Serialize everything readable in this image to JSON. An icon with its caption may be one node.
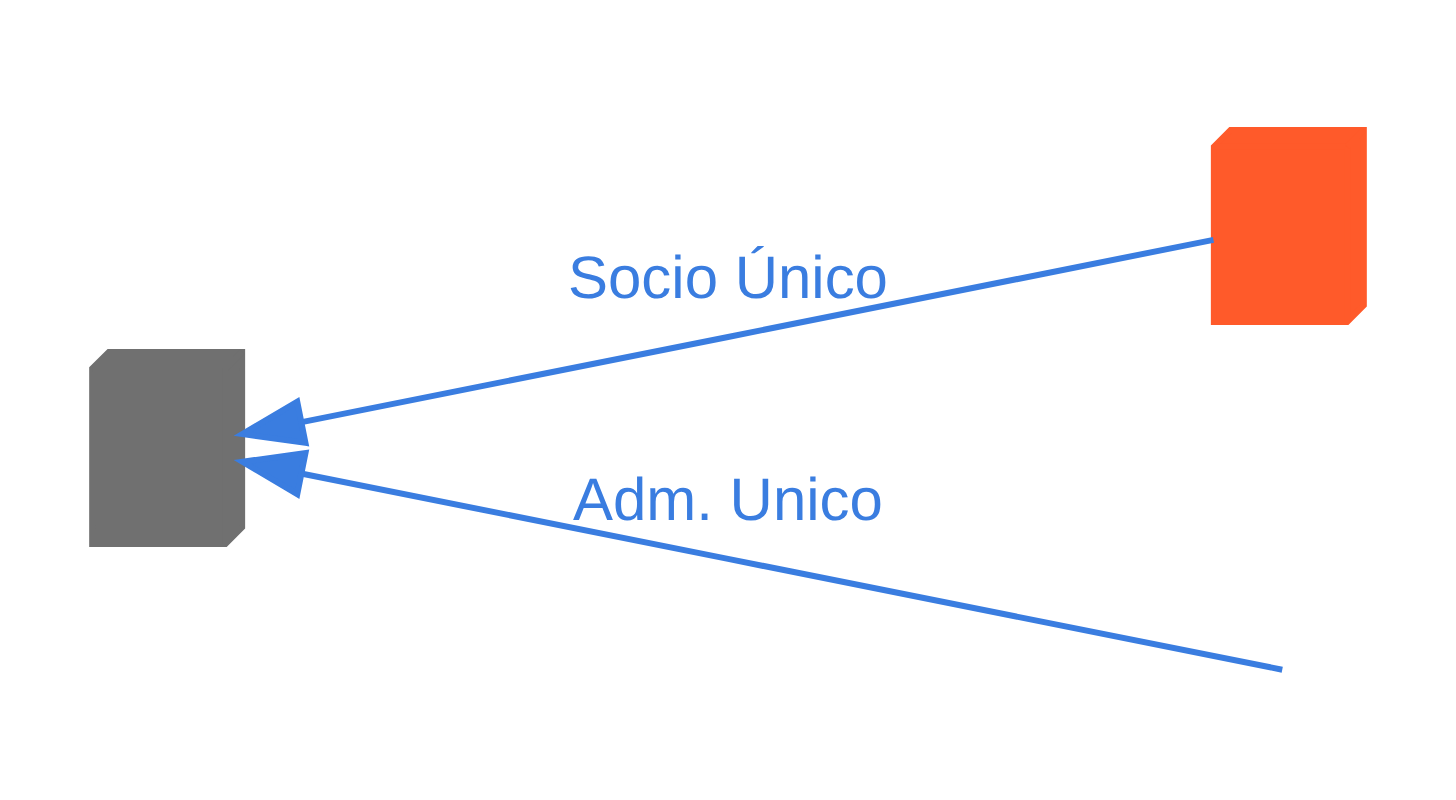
{
  "diagram": {
    "nodes": [
      {
        "text": [],
        "shape": "building"
      },
      {
        "text": [],
        "shape": "building"
      }
    ],
    "edges": [
      {
        "from": 0,
        "to": 1,
        "label": "Socio Único",
        "arrow": "to"
      },
      {
        "from": null,
        "to": 1,
        "label": "Adm. Unico",
        "arrow": "to"
      }
    ]
  }
}
